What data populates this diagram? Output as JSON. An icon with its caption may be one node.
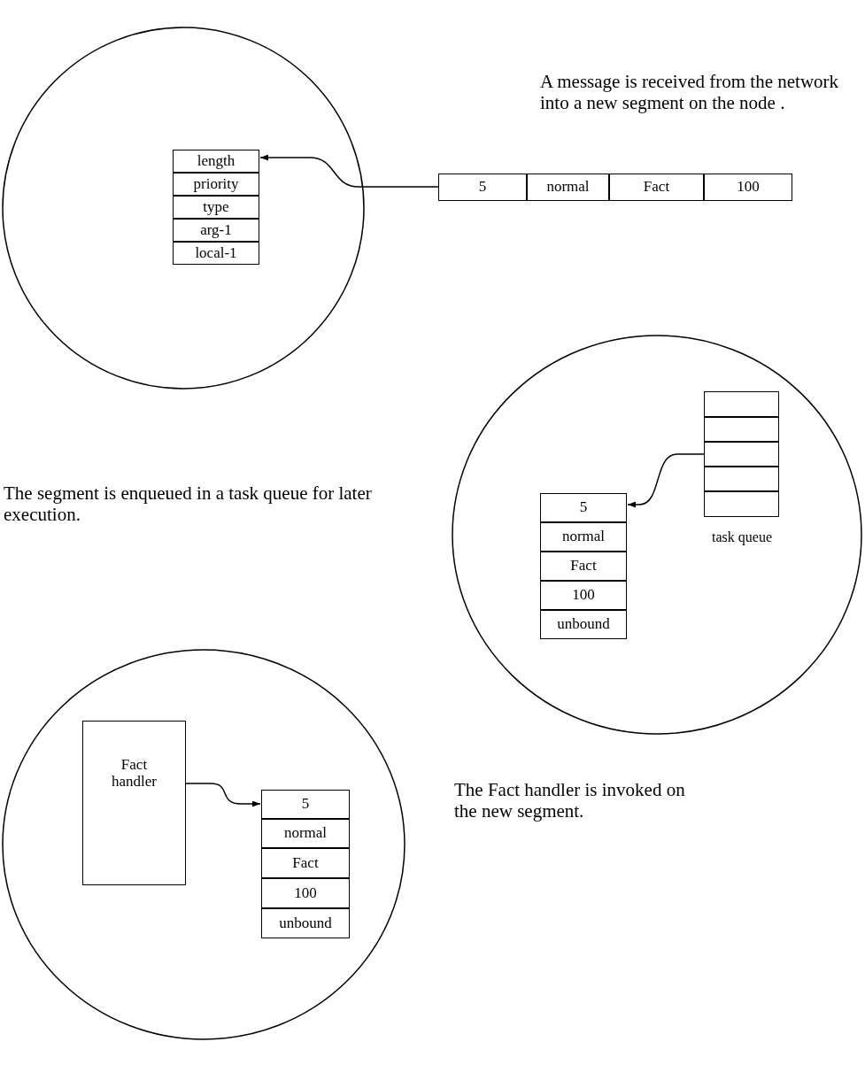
{
  "diagram": {
    "nodes": [
      {
        "text": [],
        "shape": "circle"
      },
      {
        "text": [
          "length"
        ],
        "in": 0
      },
      {
        "text": [
          "priority"
        ],
        "in": 0
      },
      {
        "text": [
          "type"
        ],
        "in": 0
      },
      {
        "text": [
          "arg-1"
        ],
        "in": 0
      },
      {
        "text": [
          "local-1"
        ],
        "in": 0
      },
      {
        "text": [
          "5"
        ]
      },
      {
        "text": [
          "normal"
        ]
      },
      {
        "text": [
          "Fact"
        ]
      },
      {
        "text": [
          "100"
        ]
      },
      {
        "text": [],
        "shape": "circle"
      },
      {
        "text": [],
        "shape": "box",
        "in": 10
      },
      {
        "text": [],
        "shape": "box",
        "in": 10
      },
      {
        "text": [],
        "shape": "box",
        "in": 10
      },
      {
        "text": [],
        "shape": "box",
        "in": 10
      },
      {
        "text": [],
        "shape": "box",
        "in": 10
      },
      {
        "text": [
          "5"
        ],
        "in": 10
      },
      {
        "text": [
          "normal"
        ],
        "in": 10
      },
      {
        "text": [
          "Fact"
        ],
        "in": 10
      },
      {
        "text": [
          "100"
        ],
        "in": 10
      },
      {
        "text": [
          "unbound"
        ],
        "in": 10
      },
      {
        "text": [],
        "shape": "circle"
      },
      {
        "text": [
          "Fact handler"
        ],
        "in": 21
      },
      {
        "text": [
          "5"
        ],
        "in": 21
      },
      {
        "text": [
          "normal"
        ],
        "in": 21
      },
      {
        "text": [
          "Fact"
        ],
        "in": 21
      },
      {
        "text": [
          "100"
        ],
        "in": 21
      },
      {
        "text": [
          "unbound"
        ],
        "in": 21
      }
    ],
    "edges": [
      {
        "from": 6,
        "to": 1,
        "arrow": "to"
      },
      {
        "from": 13,
        "to": 16,
        "arrow": "to"
      },
      {
        "from": 22,
        "to": 23,
        "arrow": "to"
      }
    ],
    "labels": [
      "A message is received from the network into a new segment on the node .",
      "task queue",
      "The segment is enqueued in a task queue for later execution.",
      "The Fact handler is invoked on the new segment."
    ]
  }
}
